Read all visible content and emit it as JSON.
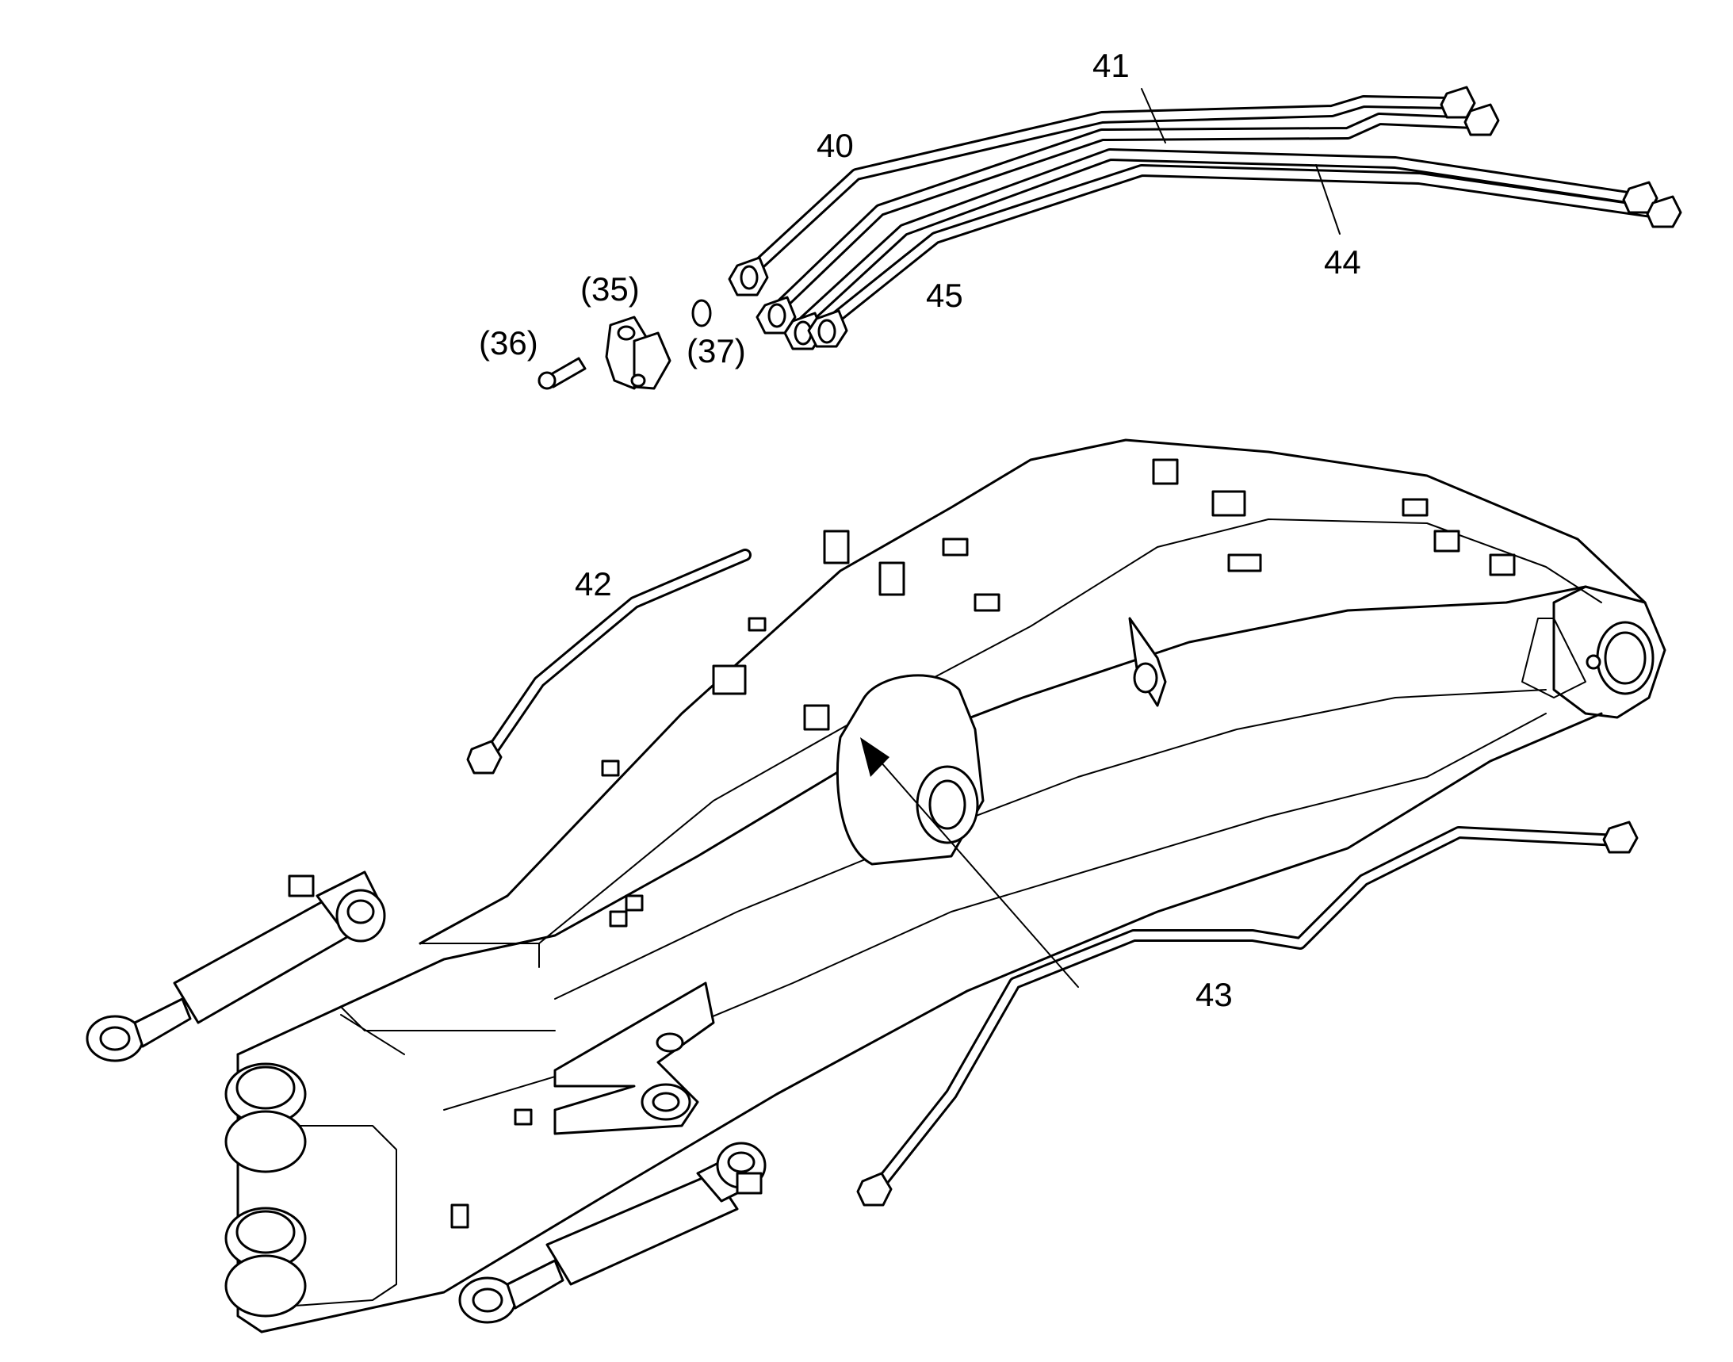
{
  "callouts": {
    "p40": "40",
    "p41": "41",
    "p42": "42",
    "p43": "43",
    "p44": "44",
    "p45": "45",
    "p35": "(35)",
    "p36": "(36)",
    "p37": "(37)"
  },
  "colors": {
    "line": "#000000",
    "background": "#ffffff"
  }
}
